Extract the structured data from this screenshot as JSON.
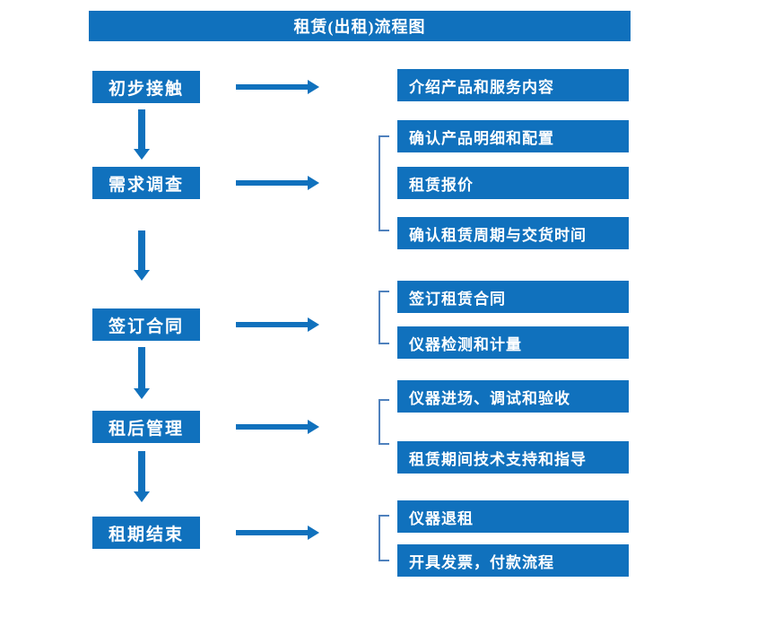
{
  "title": "租赁(出租)流程图",
  "colors": {
    "primary_blue": "#1071BD",
    "bracket_blue": "#4F81BD",
    "text_white": "#FFFFFF",
    "background": "#FFFFFF"
  },
  "stages": [
    {
      "label": "初步接触",
      "details": [
        "介绍产品和服务内容"
      ]
    },
    {
      "label": "需求调查",
      "details": [
        "确认产品明细和配置",
        "租赁报价",
        "确认租赁周期与交货时间"
      ]
    },
    {
      "label": "签订合同",
      "details": [
        "签订租赁合同",
        "仪器检测和计量"
      ]
    },
    {
      "label": "租后管理",
      "details": [
        "仪器进场、调试和验收",
        "租赁期间技术支持和指导"
      ]
    },
    {
      "label": "租期结束",
      "details": [
        "仪器退租",
        "开具发票，付款流程"
      ]
    }
  ]
}
